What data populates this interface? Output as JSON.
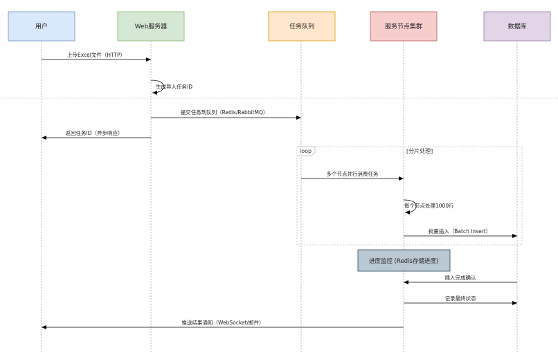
{
  "participants": [
    {
      "id": "user",
      "label": "用户",
      "fill": "#dae8fc",
      "stroke": "#6c8ebf"
    },
    {
      "id": "web",
      "label": "Web服务器",
      "fill": "#d5e8d4",
      "stroke": "#82b366"
    },
    {
      "id": "queue",
      "label": "任务队列",
      "fill": "#ffe6cc",
      "stroke": "#d79b00"
    },
    {
      "id": "nodes",
      "label": "服务节点集群",
      "fill": "#f8cecc",
      "stroke": "#b85450"
    },
    {
      "id": "db",
      "label": "数据库",
      "fill": "#e1d5e7",
      "stroke": "#9673a6"
    }
  ],
  "messages": [
    {
      "from": "user",
      "to": "web",
      "label": "上传Excel文件（HTTP）"
    },
    {
      "from": "web",
      "to": "web",
      "label": "生成导入任务ID",
      "self": true
    },
    {
      "from": "web",
      "to": "queue",
      "label": "提交任务到队列（Redis/RabbitMQ）"
    },
    {
      "from": "web",
      "to": "user",
      "label": "返回任务ID（异步响应）"
    },
    {
      "from": "queue",
      "to": "nodes",
      "label": "多个节点并行消费任务"
    },
    {
      "from": "nodes",
      "to": "nodes",
      "label": "每个节点处理1000行",
      "self": true
    },
    {
      "from": "nodes",
      "to": "db",
      "label": "批量插入（Batch Insert）"
    },
    {
      "from": "db",
      "to": "nodes",
      "label": "插入完成确认"
    },
    {
      "from": "nodes",
      "to": "db",
      "label": "记录最终状态"
    },
    {
      "from": "nodes",
      "to": "user",
      "label": "推送结果通知（WebSocket/邮件）"
    }
  ],
  "loop": {
    "keyword": "loop",
    "condition": "[分片处理]"
  },
  "note": {
    "label": "进度监控 (Redis存储进度)",
    "fill": "#bac8d3",
    "stroke": "#23445d"
  },
  "colors": {
    "line": "#000000",
    "lifeline": "#999999",
    "loop_border": "#bbbbbb"
  }
}
